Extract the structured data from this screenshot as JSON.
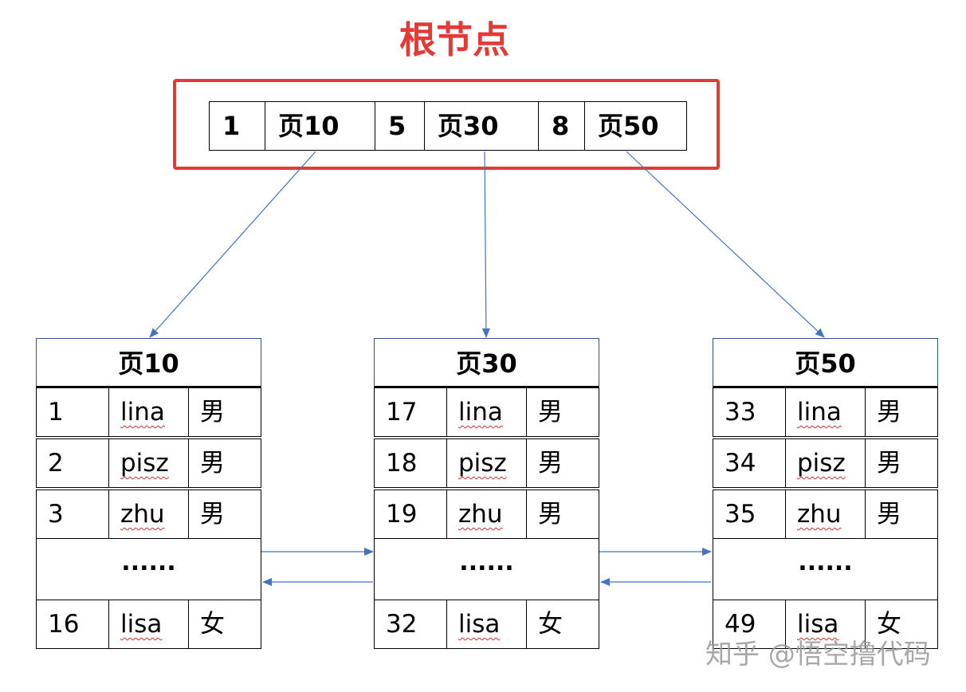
{
  "title": "根节点",
  "root_node": {
    "cells": [
      "1",
      "页10",
      "5",
      "页30",
      "8",
      "页50"
    ]
  },
  "pages": [
    {
      "title": "页10",
      "rows": [
        {
          "id": "1",
          "name": "lina",
          "gender": "男"
        },
        {
          "id": "2",
          "name": "pisz",
          "gender": "男"
        },
        {
          "id": "3",
          "name": "zhu",
          "gender": "男"
        }
      ],
      "ellipsis": "......",
      "last_row": {
        "id": "16",
        "name": "lisa",
        "gender": "女"
      }
    },
    {
      "title": "页30",
      "rows": [
        {
          "id": "17",
          "name": "lina",
          "gender": "男"
        },
        {
          "id": "18",
          "name": "pisz",
          "gender": "男"
        },
        {
          "id": "19",
          "name": "zhu",
          "gender": "男"
        }
      ],
      "ellipsis": "......",
      "last_row": {
        "id": "32",
        "name": "lisa",
        "gender": "女"
      }
    },
    {
      "title": "页50",
      "rows": [
        {
          "id": "33",
          "name": "lina",
          "gender": "男"
        },
        {
          "id": "34",
          "name": "pisz",
          "gender": "男"
        },
        {
          "id": "35",
          "name": "zhu",
          "gender": "男"
        }
      ],
      "ellipsis": "......",
      "last_row": {
        "id": "49",
        "name": "lisa",
        "gender": "女"
      }
    }
  ],
  "watermark": "知乎 @悟空撸代码",
  "colors": {
    "title": "#e53935",
    "root_frame": "#e53935",
    "arrow": "#4472c4",
    "spellcheck_underline": "#d32f2f"
  }
}
